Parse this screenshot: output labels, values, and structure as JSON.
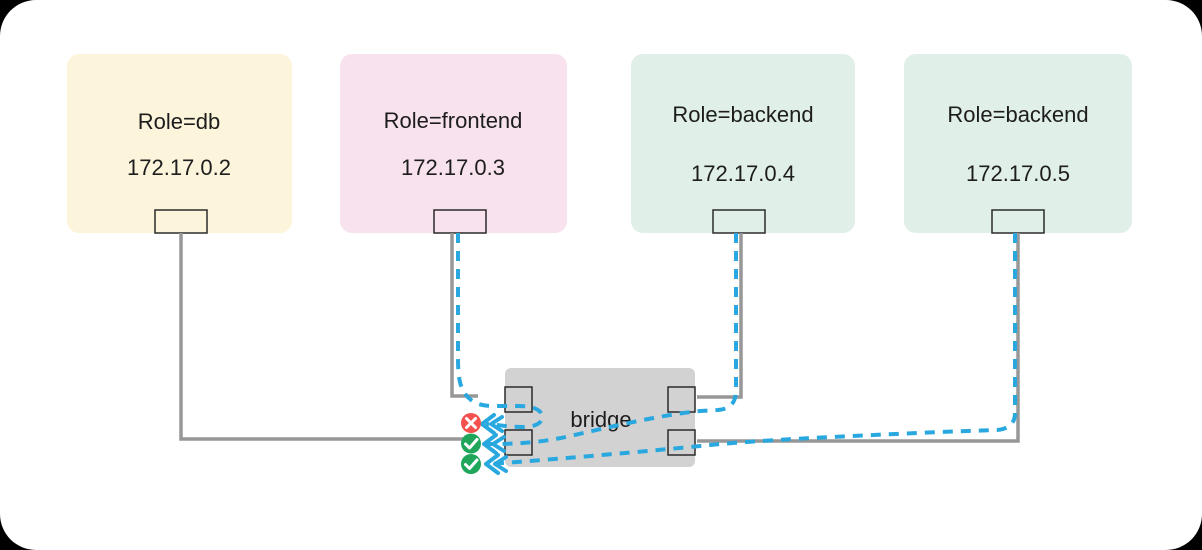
{
  "frame": {
    "background": "#000000",
    "surface": "#ffffff"
  },
  "containers": [
    {
      "id": "db",
      "role_label": "Role=db",
      "ip": "172.17.0.2",
      "fill": "#fcf5dc"
    },
    {
      "id": "frontend",
      "role_label": "Role=frontend",
      "ip": "172.17.0.3",
      "fill": "#f8e2ee"
    },
    {
      "id": "backend-1",
      "role_label": "Role=backend",
      "ip": "172.17.0.4",
      "fill": "#e0efe7"
    },
    {
      "id": "backend-2",
      "role_label": "Role=backend",
      "ip": "172.17.0.5",
      "fill": "#e0efe7"
    }
  ],
  "bridge": {
    "label": "bridge",
    "fill": "#d2d2d2"
  },
  "status_icons": [
    {
      "name": "blocked-cross",
      "symbol": "x",
      "color": "#f4514e"
    },
    {
      "name": "allowed-check",
      "symbol": "check",
      "color": "#1fa65b"
    },
    {
      "name": "allowed-check",
      "symbol": "check",
      "color": "#1fa65b"
    }
  ],
  "colors": {
    "wire": "#979797",
    "ping": "#29a8e0",
    "port_stroke": "#2b2b2b",
    "glyph": "#ffffff"
  }
}
